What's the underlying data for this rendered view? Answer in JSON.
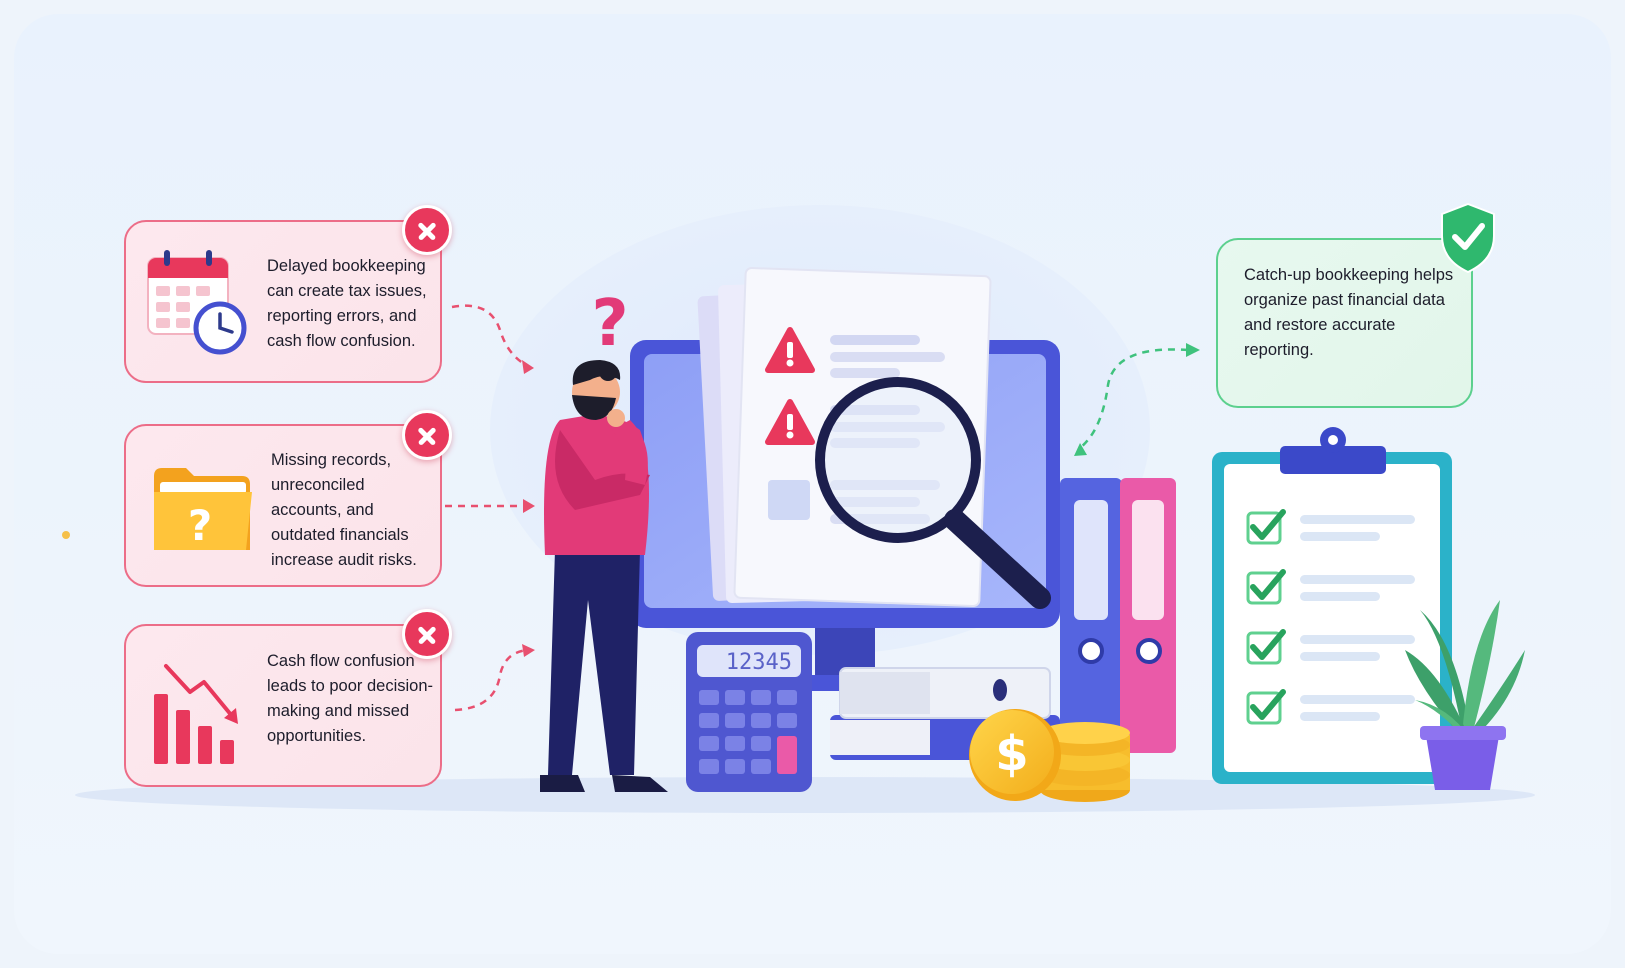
{
  "problems": [
    {
      "id": "tax",
      "text": "Delayed bookkeeping can create tax issues, reporting errors, and cash flow confusion.",
      "icon": "calendar-clock-icon"
    },
    {
      "id": "audit",
      "text": "Missing records, unreconciled accounts, and outdated financials increase audit risks.",
      "icon": "folder-question-icon"
    },
    {
      "id": "decision",
      "text": "Cash flow confusion leads to poor decision-making and missed opportunities.",
      "icon": "declining-chart-icon"
    }
  ],
  "solution": {
    "text": "Catch-up bookkeeping helps organize past financial data and restore accurate reporting.",
    "icon": "shield-check-icon"
  },
  "calculator": {
    "display": "12345"
  },
  "colors": {
    "problem_border": "#ec6d88",
    "problem_badge": "#e8385c",
    "solution_border": "#5cd08e",
    "solution_badge": "#2fb86e",
    "accent_blue": "#4c56d8",
    "person_shirt": "#e23a78"
  }
}
